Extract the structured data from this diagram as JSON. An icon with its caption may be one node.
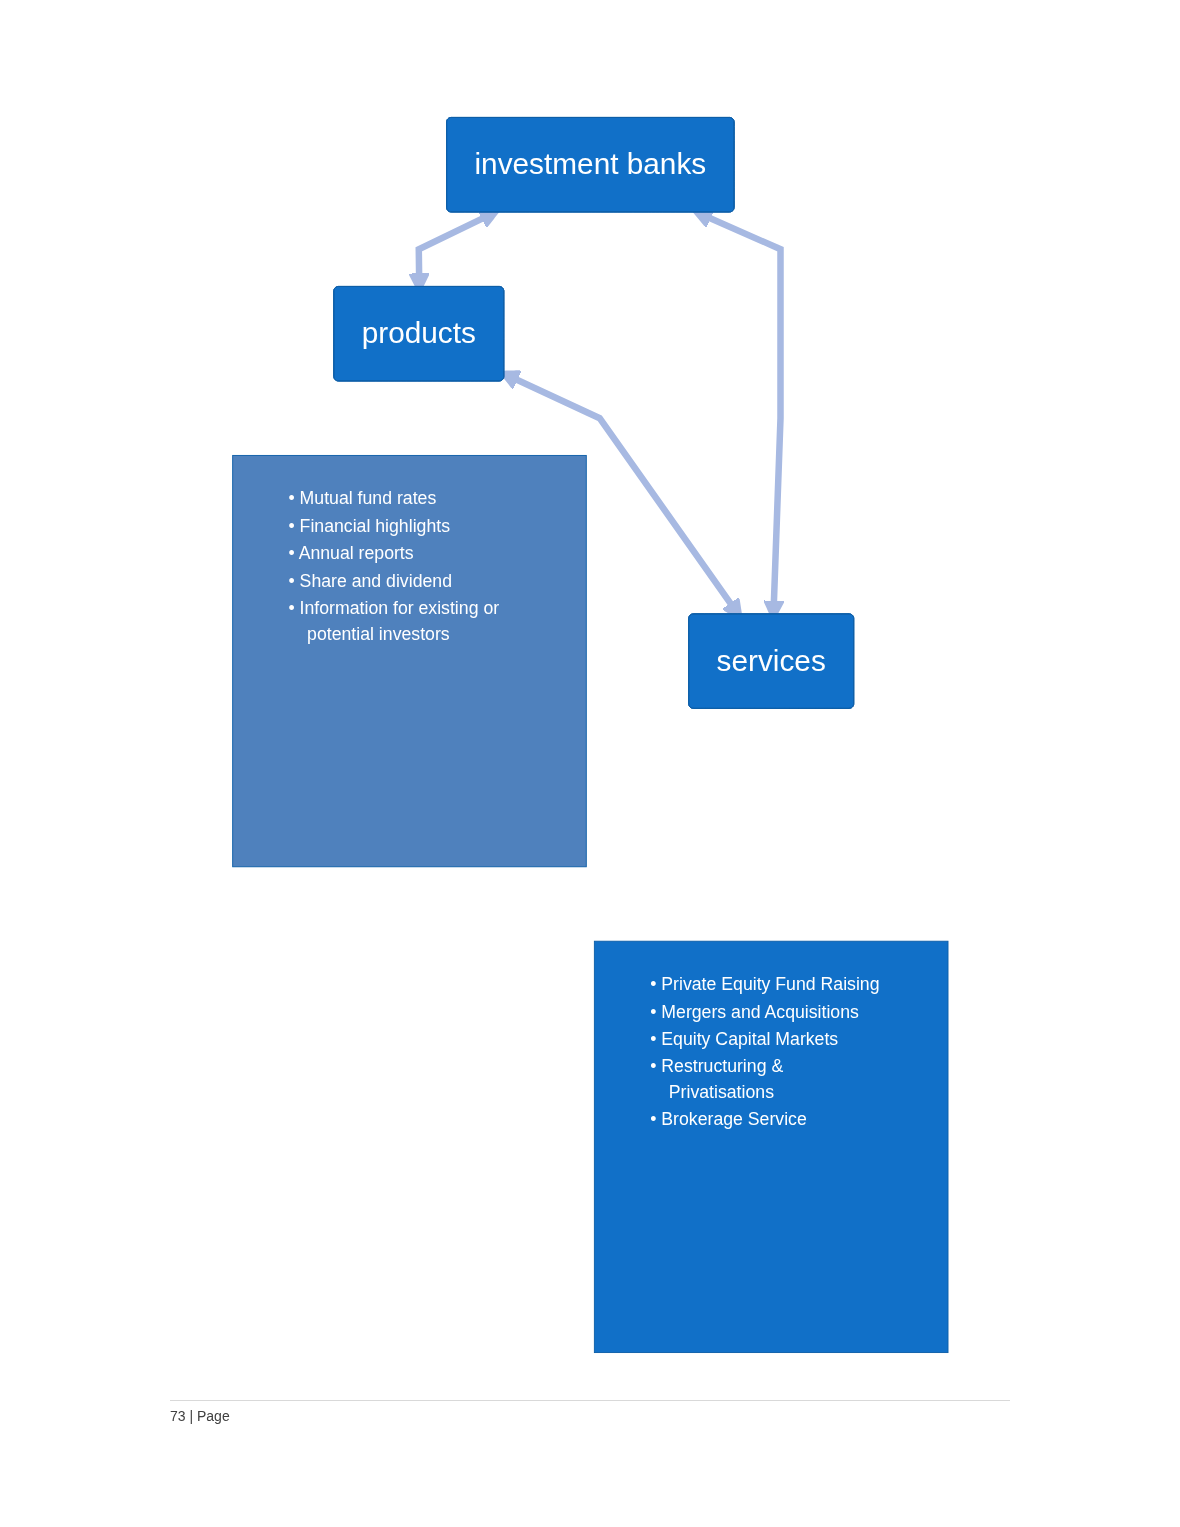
{
  "diagram": {
    "nodes": [
      {
        "text": [
          "investment banks"
        ]
      },
      {
        "text": [
          "products"
        ]
      },
      {
        "text": [
          "services"
        ]
      },
      {
        "text": [
          "• Mutual fund rates",
          "• Financial highlights",
          "• Annual reports",
          "• Share and dividend",
          "• Information for existing or potential investors"
        ]
      },
      {
        "text": [
          "• Private Equity Fund Raising",
          "• Mergers and Acquisitions",
          "• Equity Capital Markets",
          "• Restructuring & Privatisations",
          "• Brokerage Service"
        ]
      }
    ],
    "edges": [
      {
        "from": 0,
        "to": 1,
        "arrow": "both"
      },
      {
        "from": 0,
        "to": 2,
        "arrow": "both"
      },
      {
        "from": 1,
        "to": 2,
        "arrow": "both"
      }
    ],
    "labels": [
      "73 | Page"
    ]
  }
}
